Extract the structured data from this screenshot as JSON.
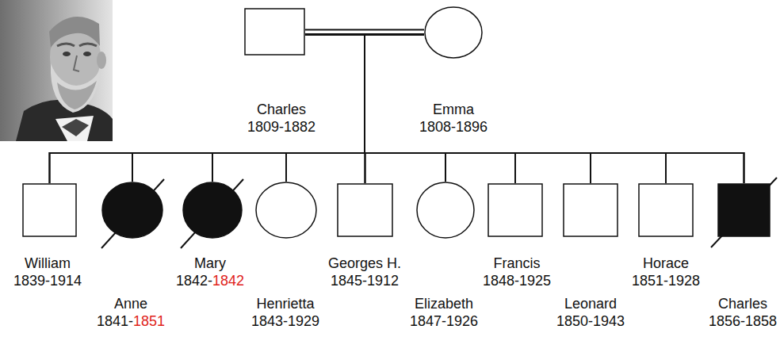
{
  "diagram": {
    "nodes": [
      {
        "text": [
          "Charles",
          "1809-1882"
        ]
      },
      {
        "text": [
          "Emma",
          "1808-1896"
        ]
      },
      {
        "text": [
          "William",
          "1839-1914"
        ]
      },
      {
        "text": [
          "Anne",
          "1841-",
          "1851"
        ]
      },
      {
        "text": [
          "Mary",
          "1842-",
          "1842"
        ]
      },
      {
        "text": [
          "Henrietta",
          "1843-1929"
        ]
      },
      {
        "text": [
          "Georges H.",
          "1845-1912"
        ]
      },
      {
        "text": [
          "Elizabeth",
          "1847-1926"
        ]
      },
      {
        "text": [
          "Francis",
          "1848-1925"
        ]
      },
      {
        "text": [
          "Leonard",
          "1850-1943"
        ]
      },
      {
        "text": [
          "Horace",
          "1851-1928"
        ]
      },
      {
        "text": [
          "Charles",
          "1856-1858"
        ]
      }
    ],
    "edges": [
      {
        "from": 0,
        "to": 1,
        "arrow": "none"
      },
      {
        "from": 0,
        "to": 2,
        "arrow": "none"
      },
      {
        "from": 0,
        "to": 3,
        "arrow": "none"
      },
      {
        "from": 0,
        "to": 4,
        "arrow": "none"
      },
      {
        "from": 0,
        "to": 5,
        "arrow": "none"
      },
      {
        "from": 0,
        "to": 6,
        "arrow": "none"
      },
      {
        "from": 0,
        "to": 7,
        "arrow": "none"
      },
      {
        "from": 0,
        "to": 8,
        "arrow": "none"
      },
      {
        "from": 0,
        "to": 9,
        "arrow": "none"
      },
      {
        "from": 0,
        "to": 10,
        "arrow": "none"
      },
      {
        "from": 0,
        "to": 11,
        "arrow": "none"
      },
      {
        "from": 1,
        "to": 2,
        "arrow": "none"
      },
      {
        "from": 1,
        "to": 3,
        "arrow": "none"
      },
      {
        "from": 1,
        "to": 4,
        "arrow": "none"
      },
      {
        "from": 1,
        "to": 5,
        "arrow": "none"
      },
      {
        "from": 1,
        "to": 6,
        "arrow": "none"
      },
      {
        "from": 1,
        "to": 7,
        "arrow": "none"
      },
      {
        "from": 1,
        "to": 8,
        "arrow": "none"
      },
      {
        "from": 1,
        "to": 9,
        "arrow": "none"
      },
      {
        "from": 1,
        "to": 10,
        "arrow": "none"
      },
      {
        "from": 1,
        "to": 11,
        "arrow": "none"
      }
    ]
  }
}
